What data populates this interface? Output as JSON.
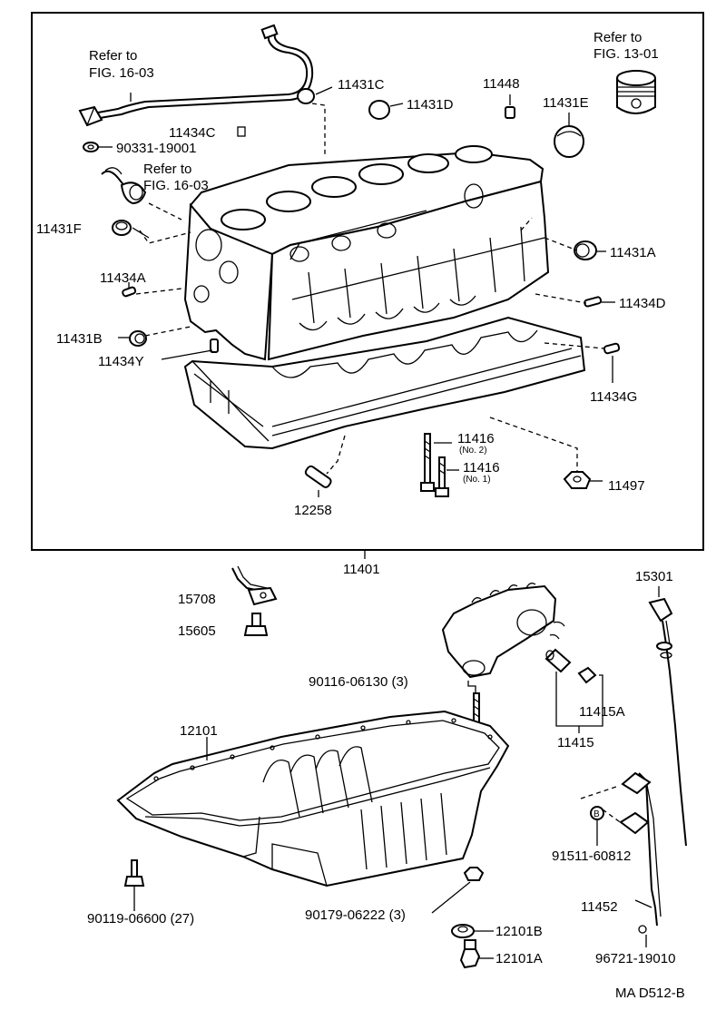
{
  "diagram": {
    "labels": {
      "refer_1603_a": [
        "Refer to",
        "FIG. 16-03"
      ],
      "refer_1301": [
        "Refer to",
        "FIG. 13-01"
      ],
      "refer_1603_b": [
        "Refer to",
        "FIG. 16-03"
      ],
      "p11431C": "11431C",
      "p11431D": "11431D",
      "p11448": "11448",
      "p11431E": "11431E",
      "p11434C": "11434C",
      "p90331": "90331-19001",
      "p11431F": "11431F",
      "p11431A": "11431A",
      "p11434A": "11434A",
      "p11434D": "11434D",
      "p11431B": "11431B",
      "p11434Y": "11434Y",
      "p11434G": "11434G",
      "p11416_no2": "11416",
      "p11416_no2_sub": "(No. 2)",
      "p11416_no1": "11416",
      "p11416_no1_sub": "(No. 1)",
      "p11497": "11497",
      "p12258": "12258",
      "p11401": "11401",
      "p15708": "15708",
      "p15605": "15605",
      "p15301": "15301",
      "p90116": "90116-06130 (3)",
      "p11415A": "11415A",
      "p11415": "11415",
      "p12101": "12101",
      "p91511": "91511-60812",
      "p90119": "90119-06600 (27)",
      "p90179": "90179-06222 (3)",
      "p11452": "11452",
      "p12101B": "12101B",
      "p12101A": "12101A",
      "p96721": "96721-19010",
      "fig_code": "MA D512-B"
    }
  }
}
